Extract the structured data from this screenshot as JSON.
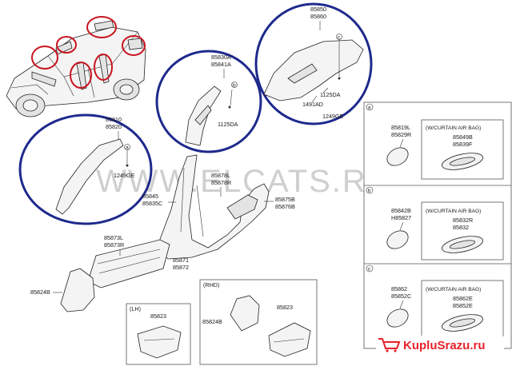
{
  "watermark": "WWW.ELCATS.RU",
  "brand": {
    "name": "KupluSrazu.ru"
  },
  "circles": {
    "c1": {
      "part_top": "85810",
      "part_bottom": "85820",
      "marker": "a",
      "bolt": "1249GE"
    },
    "c2": {
      "part_top": "85830A",
      "part_bottom": "85841A",
      "marker": "b",
      "bolt": "1125DA"
    },
    "c3": {
      "part_top": "85850",
      "part_bottom": "85860",
      "marker": "c",
      "bolt1": "1125DA",
      "bolt2": "1491AD",
      "bolt3": "1249GE"
    }
  },
  "main_labels": {
    "p85845": "85845",
    "p85835C": "85835C",
    "p85878L": "85878L",
    "p85878R": "85878R",
    "p85875B": "85875B",
    "p85876B": "85876B",
    "p85873L": "85873L",
    "p85873R": "85873R",
    "p85871": "85871",
    "p85872": "85872",
    "p85824B": "85824B"
  },
  "lh_box": {
    "title": "(LH)",
    "part": "85823"
  },
  "rhd_box": {
    "title": "(RHD)",
    "part1": "85824B",
    "part2": "85823"
  },
  "panels": [
    {
      "marker": "a",
      "left1": "85819L",
      "left2": "85829R",
      "note": "(W/CURTAIN AIR BAG)",
      "right1": "85849B",
      "right2": "85839F"
    },
    {
      "marker": "b",
      "left1": "85842B",
      "left2": "H85827",
      "note": "(W/CURTAIN AIR BAG)",
      "right1": "85832R",
      "right2": "85832"
    },
    {
      "marker": "c",
      "left1": "85862",
      "left2": "85852C",
      "note": "(W/CURTAIN AIR BAG)",
      "right1": "85862E",
      "right2": "85852E"
    }
  ],
  "colors": {
    "circle_blue": "#1e2a8c",
    "circle_red": "#c8141e",
    "brand_red": "#e8232a"
  }
}
